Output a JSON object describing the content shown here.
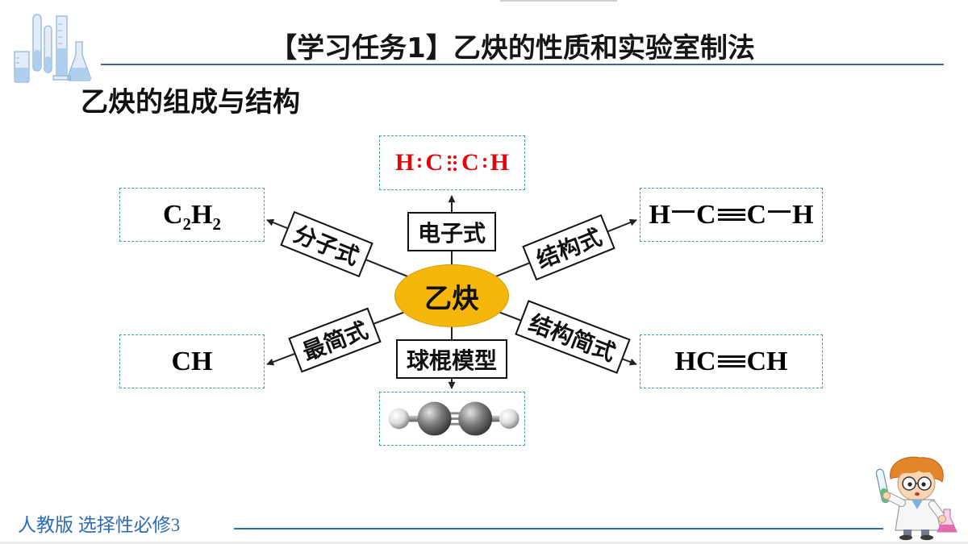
{
  "slide": {
    "title": "【学习任务1】乙炔的性质和实验室制法",
    "section_heading": "乙炔的组成与结构",
    "footer": "人教版 选择性必修3"
  },
  "colors": {
    "title_rule": "#3f63a8",
    "footer": "#2d6ab7",
    "center_fill": "#f6b70d",
    "center_border": "#d99b00",
    "dashed_border": "#3fa39b",
    "electron_formula": "#e8000b",
    "hydrogen_ball": "#dcdcdc",
    "carbon_ball": "#7a7a7a"
  },
  "center": {
    "label": "乙炔"
  },
  "electron_formula": {
    "label": "电子式",
    "atoms": [
      "H",
      "C",
      "C",
      "H"
    ],
    "shared_electrons": [
      2,
      6,
      2
    ]
  },
  "molecular_formula": {
    "label": "分子式",
    "parts": [
      {
        "symbol": "C",
        "count": "2"
      },
      {
        "symbol": "H",
        "count": "2"
      }
    ]
  },
  "structural_formula": {
    "label": "结构式",
    "atoms": [
      "H",
      "C",
      "C",
      "H"
    ],
    "bond_orders": [
      1,
      3,
      1
    ]
  },
  "empirical_formula": {
    "label": "最简式",
    "formula": "CH"
  },
  "condensed_formula": {
    "label": "结构简式",
    "left": "HC",
    "bond_order": 3,
    "right": "CH"
  },
  "ball_and_stick": {
    "label": "球棍模型"
  }
}
